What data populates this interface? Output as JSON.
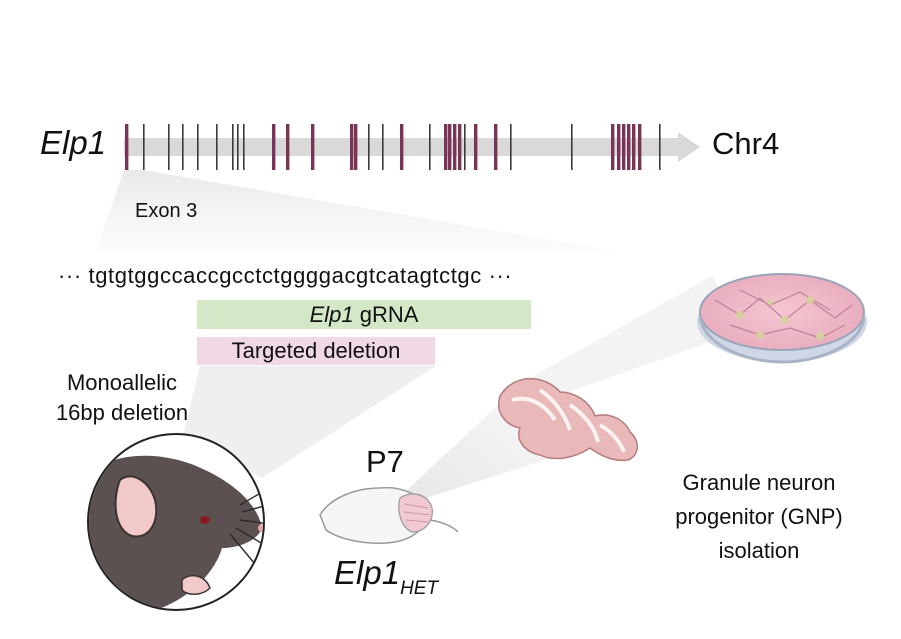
{
  "gene_track": {
    "gene": "Elp1",
    "chromosome": "Chr4"
  },
  "exon_label": "Exon 3",
  "sequence": "··· tgtgtggccaccgcctctggggacgtcatagtctgc ···",
  "grna": {
    "gene": "Elp1",
    "suffix": " gRNA",
    "color": "#d4e8c8"
  },
  "deletion_bar": {
    "label": "Targeted deletion",
    "color": "#f0d8e6"
  },
  "deletion_note": {
    "line1": "Monoallelic",
    "line2": "16bp deletion"
  },
  "age": "P7",
  "genotype": {
    "base": "Elp1",
    "subscript": "HET"
  },
  "gnp_note": {
    "line1": "Granule neuron",
    "line2": "progenitor (GNP)",
    "line3": "isolation"
  },
  "colors": {
    "exon": "#7a3556",
    "exon_thin": "#3a3a3a",
    "gene_arrow": "#d9d9d9",
    "cerebellum": "#e9b8b8"
  }
}
